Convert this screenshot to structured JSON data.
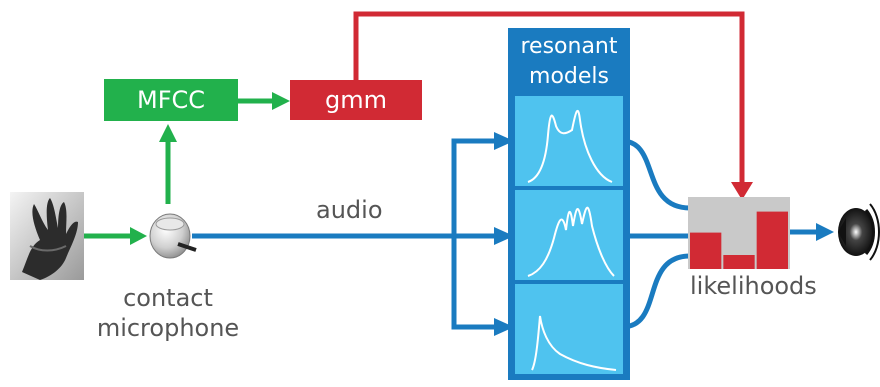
{
  "labels": {
    "mfcc": "MFCC",
    "gmm": "gmm",
    "resonant_models": [
      "resonant",
      "models"
    ],
    "audio": "audio",
    "contact_microphone": [
      "contact",
      "microphone"
    ],
    "likelihoods": "likelihoods"
  },
  "colors": {
    "green": "#22b14c",
    "red": "#d12a34",
    "blue": "#1a7bc0",
    "panel_blue": "#4fc3ef",
    "panel_border": "#1a7bc0",
    "likelihood_bg": "#c9c9c9",
    "text": "#555555"
  },
  "likelihood_bars": [
    0.52,
    0.2,
    0.82
  ],
  "icons": [
    "hand-image-icon",
    "contact-microphone-icon",
    "speaker-icon"
  ]
}
